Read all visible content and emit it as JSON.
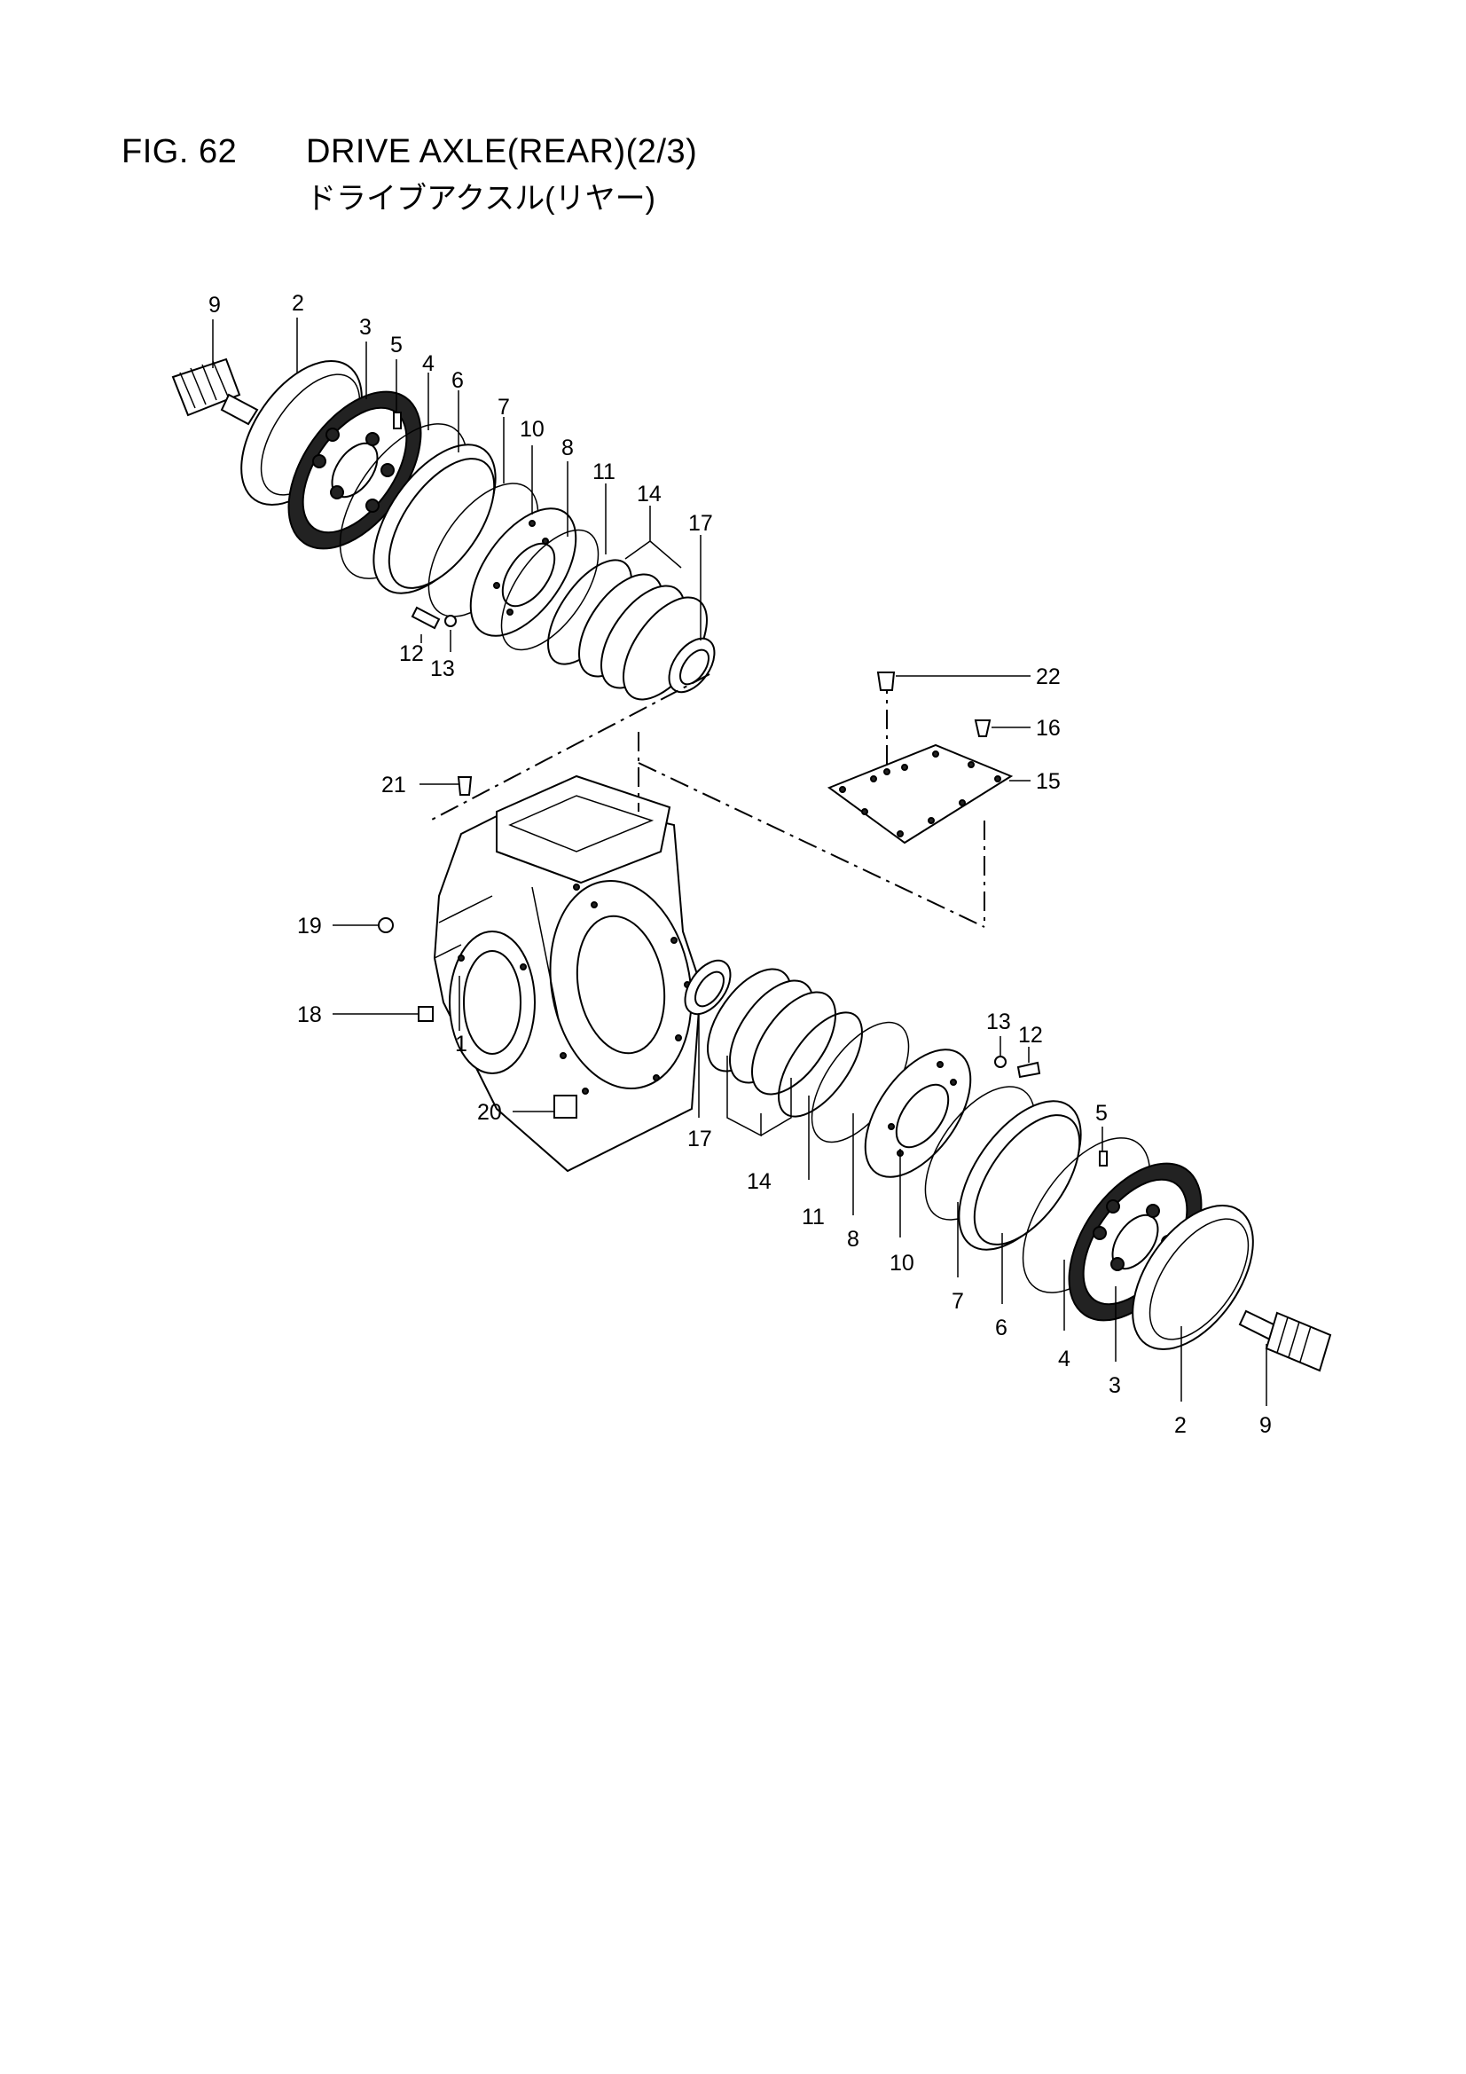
{
  "figure": {
    "number": "FIG. 62",
    "title": "DRIVE AXLE(REAR)(2/3)",
    "subtitle": "ドライブアクスル(リヤー)"
  },
  "callouts": [
    {
      "id": "c9a",
      "label": "9"
    },
    {
      "id": "c2a",
      "label": "2"
    },
    {
      "id": "c3a",
      "label": "3"
    },
    {
      "id": "c5a",
      "label": "5"
    },
    {
      "id": "c4a",
      "label": "4"
    },
    {
      "id": "c6a",
      "label": "6"
    },
    {
      "id": "c7a",
      "label": "7"
    },
    {
      "id": "c10a",
      "label": "10"
    },
    {
      "id": "c8a",
      "label": "8"
    },
    {
      "id": "c11a",
      "label": "11"
    },
    {
      "id": "c14a",
      "label": "14"
    },
    {
      "id": "c17a",
      "label": "17"
    },
    {
      "id": "c12a",
      "label": "12"
    },
    {
      "id": "c13a",
      "label": "13"
    },
    {
      "id": "c22",
      "label": "22"
    },
    {
      "id": "c16",
      "label": "16"
    },
    {
      "id": "c15",
      "label": "15"
    },
    {
      "id": "c21",
      "label": "21"
    },
    {
      "id": "c19",
      "label": "19"
    },
    {
      "id": "c18",
      "label": "18"
    },
    {
      "id": "c1",
      "label": "1"
    },
    {
      "id": "c20",
      "label": "20"
    },
    {
      "id": "c17b",
      "label": "17"
    },
    {
      "id": "c14b",
      "label": "14"
    },
    {
      "id": "c11b",
      "label": "11"
    },
    {
      "id": "c8b",
      "label": "8"
    },
    {
      "id": "c10b",
      "label": "10"
    },
    {
      "id": "c7b",
      "label": "7"
    },
    {
      "id": "c6b",
      "label": "6"
    },
    {
      "id": "c4b",
      "label": "4"
    },
    {
      "id": "c3b",
      "label": "3"
    },
    {
      "id": "c2b",
      "label": "2"
    },
    {
      "id": "c9b",
      "label": "9"
    },
    {
      "id": "c13b",
      "label": "13"
    },
    {
      "id": "c12b",
      "label": "12"
    },
    {
      "id": "c5b",
      "label": "5"
    }
  ]
}
